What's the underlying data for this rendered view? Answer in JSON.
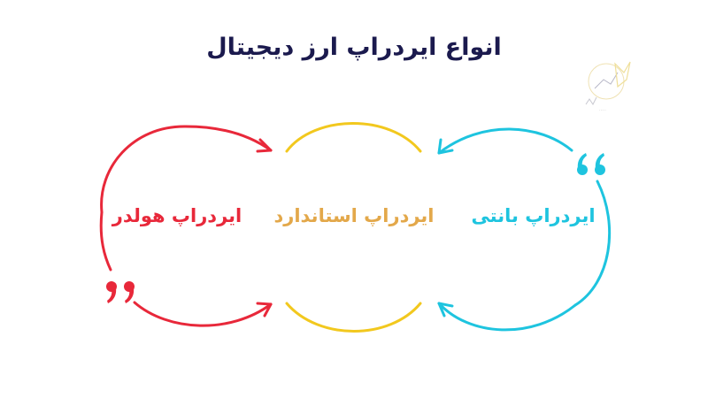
{
  "title": "انواع ایردراپ ارز دیجیتال",
  "items": [
    {
      "label": "ایردراپ بانتی",
      "color": "#1ec4df"
    },
    {
      "label": "ایردراپ استاندارد",
      "color": "#e3a84a",
      "arc_color": "#f2c81e"
    },
    {
      "label": "ایردراپ هولدر",
      "color": "#e8283a"
    }
  ],
  "decorations": {
    "open_quote_icon": "quote-open-icon",
    "close_quote_icon": "quote-close-icon",
    "logo_icon": "brand-logo-icon",
    "logo_caption": "....."
  }
}
